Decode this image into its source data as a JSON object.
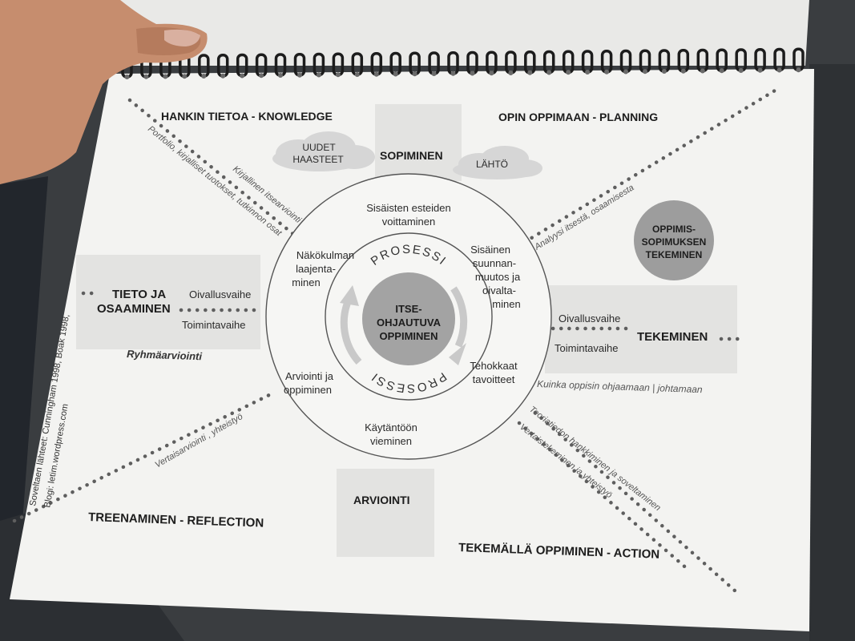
{
  "corners": {
    "top_left": "HANKIN TIETOA - KNOWLEDGE",
    "top_right": "OPIN OPPIMAAN - PLANNING",
    "bottom_left": "TREENAMINEN - REFLECTION",
    "bottom_right": "TEKEMÄLLÄ OPPIMINEN - ACTION"
  },
  "axes": {
    "top": "SOPIMINEN",
    "bottom": "ARVIOINTI",
    "left_line1": "TIETO JA",
    "left_line2": "OSAAMINEN",
    "right": "TEKEMINEN"
  },
  "clouds": {
    "left_line1": "UUDET",
    "left_line2": "HAASTEET",
    "right": "LÄHTÖ"
  },
  "phases": {
    "left_top": "Oivallusvaihe",
    "left_bottom": "Toimintavaihe",
    "right_top": "Oivallusvaihe",
    "right_bottom": "Toimintavaihe"
  },
  "group_eval": "Ryhmäarviointi",
  "contract_circle": {
    "line1": "OPPIMIS-",
    "line2": "SOPIMUKSEN",
    "line3": "TEKEMINEN"
  },
  "ring_texts": {
    "top_line1": "Sisäisten esteiden",
    "top_line2": "voittaminen",
    "upper_right_line1": "Sisäinen",
    "upper_right_line2": "suunnan-",
    "upper_right_line3": "muutos ja",
    "upper_right_line4": "oivalta-",
    "upper_right_line5": "minen",
    "lower_right_line1": "Tehokkaat",
    "lower_right_line2": "tavoitteet",
    "bottom_line1": "Käytäntöön",
    "bottom_line2": "vieminen",
    "lower_left_line1": "Arviointi ja",
    "lower_left_line2": "oppiminen",
    "upper_left_line1": "Näkökulman",
    "upper_left_line2": "laajenta-",
    "upper_left_line3": "minen"
  },
  "process": {
    "top": "PROSESSI",
    "bottom": "PROSESSI"
  },
  "center": {
    "line1": "ITSE-",
    "line2": "OHJAUTUVA",
    "line3": "OPPIMINEN"
  },
  "diagonal_labels": {
    "tl_outer": "Portfolio, kirjalliset tuotokset, tutkinnon osat",
    "tl_inner": "Kirjallinen itsearviointi",
    "tr": "Analyysi itsestä, osaamisesta",
    "right_mid": "Kuinka oppisin ohjaamaan | johtamaan",
    "bl": "Vertaisarviointi , yhteistyö",
    "br_1": "Teoriatiedon hankkiminen ja soveltaminen",
    "br_2": "Vertaistekeminen ja yhteistyö"
  },
  "source": {
    "line1": "Soveltaen lähteet: Cunningham 1998, Boak 1998,",
    "line2": "Blogi: letim.wordpress.com"
  },
  "colors": {
    "paper": "#f3f3f1",
    "desk": "#3a3d40",
    "ink": "#1d1d1d",
    "gray_circle": "#9d9d9d",
    "cloud": "#d6d6d6"
  }
}
